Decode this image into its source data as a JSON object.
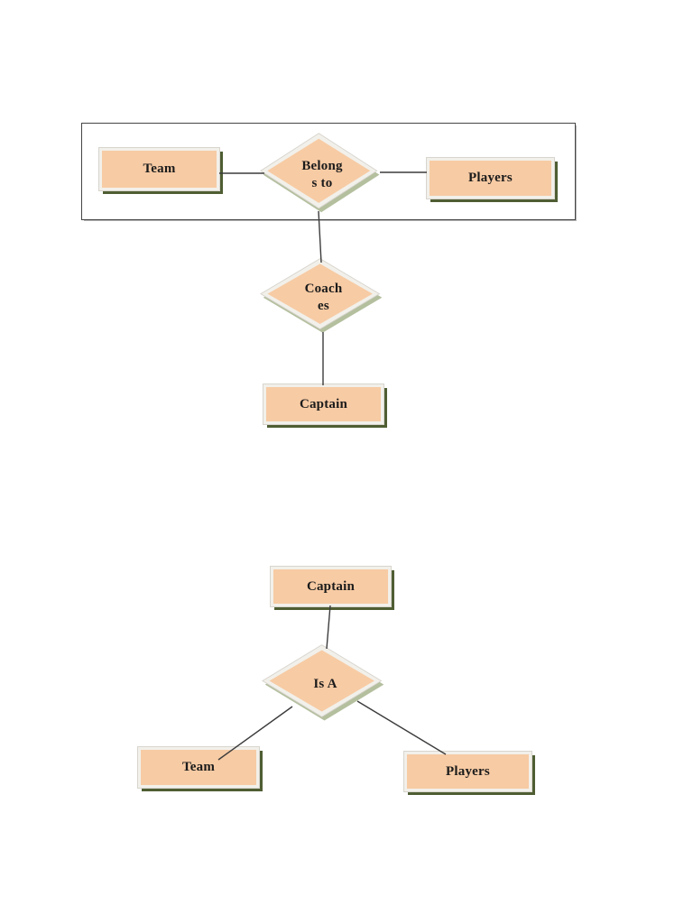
{
  "colors": {
    "shape_fill": "#f7cba4",
    "shape_border_light": "#f2f0ea",
    "entity_shadow_green": "#4f5e33",
    "relationship_shadow_green": "#b4bf9e",
    "connector_line": "#3c3c3c",
    "boundary_border": "#454545",
    "text": "#1b1b1b",
    "background": "#ffffff"
  },
  "diagram_top": {
    "entities": {
      "team": "Team",
      "players": "Players",
      "captain": "Captain"
    },
    "relationships": {
      "belongs_to": {
        "line1": "Belong",
        "line2": "s to"
      },
      "coaches": {
        "line1": "Coach",
        "line2": "es"
      }
    }
  },
  "diagram_bottom": {
    "entities": {
      "captain": "Captain",
      "team": "Team",
      "players": "Players"
    },
    "relationships": {
      "is_a": {
        "line1": "Is A"
      }
    }
  }
}
